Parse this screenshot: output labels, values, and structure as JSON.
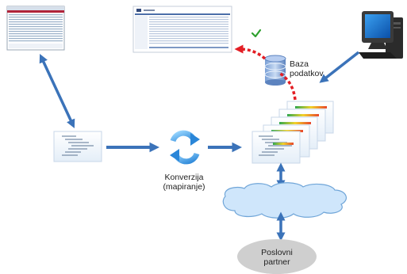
{
  "nodes": {
    "database": {
      "label_line1": "Baza",
      "label_line2": "podatkov"
    },
    "conversion": {
      "label_line1": "Konverzija",
      "label_line2": "(mapiranje)"
    },
    "partner": {
      "label_line1": "Poslovni",
      "label_line2": "partner"
    }
  },
  "colors": {
    "arrow_blue": "#3b73b9",
    "arrow_red": "#e31e24",
    "check_green": "#2ea02e",
    "cloud_fill": "#cfe6fb",
    "cloud_stroke": "#6fa5d8",
    "partner_fill": "#cfcfcf"
  },
  "icons": {
    "database": "database-icon",
    "computer": "desktop-computer-icon",
    "conversion": "refresh-cycle-icon",
    "check": "checkmark-icon",
    "network": "cloud-icon"
  }
}
